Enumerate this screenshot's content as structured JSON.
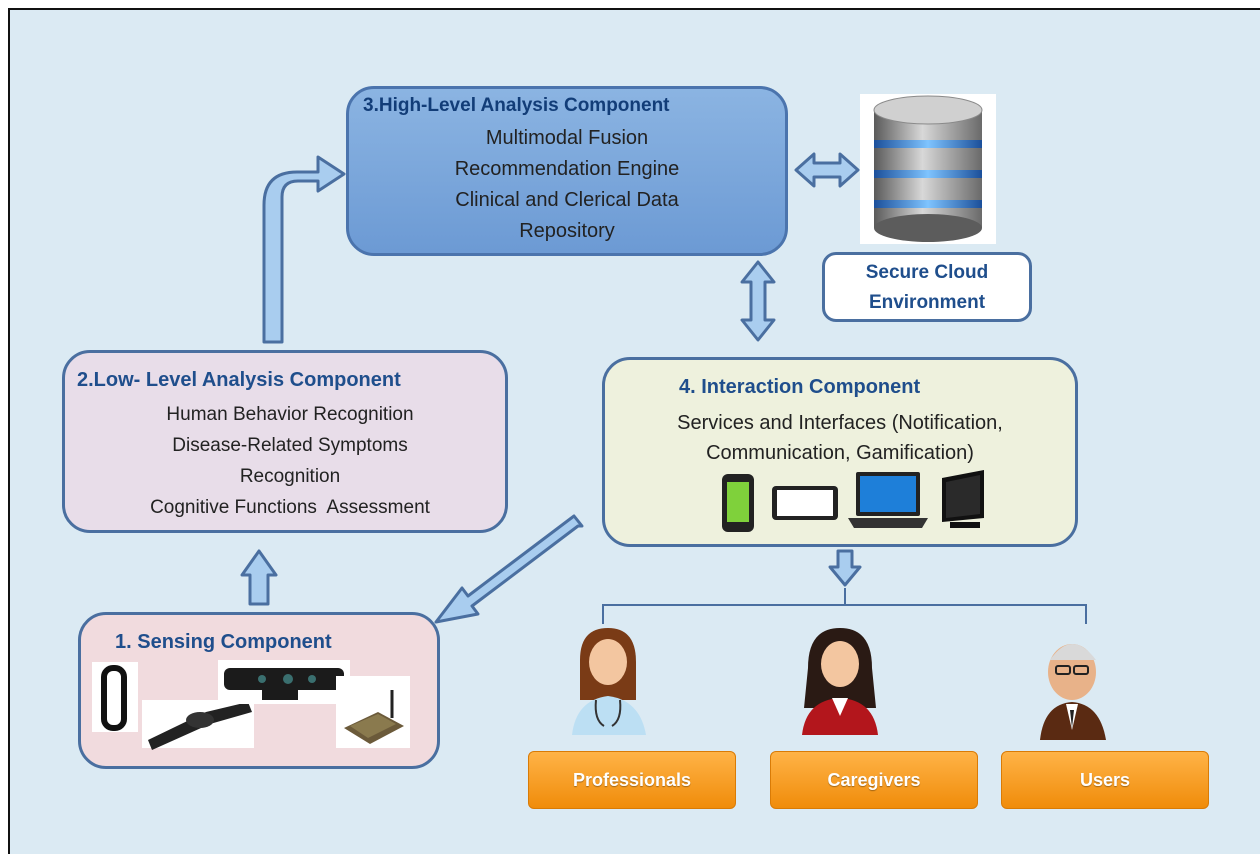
{
  "components": {
    "high": {
      "title": "3.High-Level Analysis Component",
      "lines": [
        "Multimodal Fusion",
        "Recommendation Engine",
        "Clinical and Clerical Data",
        "Repository"
      ]
    },
    "low": {
      "title": "2.Low- Level Analysis Component",
      "lines": [
        "Human Behavior Recognition",
        "Disease-Related Symptoms",
        "Recognition",
        "Cognitive Functions  Assessment"
      ]
    },
    "sensing": {
      "title": "1. Sensing Component"
    },
    "interaction": {
      "title": "4. Interaction Component",
      "lines": [
        "Services and Interfaces (Notification,",
        "Communication, Gamification)"
      ]
    },
    "cloud": {
      "lines": [
        "Secure Cloud",
        "Environment"
      ]
    }
  },
  "roles": [
    "Professionals",
    "Caregivers",
    "Users"
  ],
  "colors": {
    "frame_bg": "#dbeaf3",
    "high_box": "#7fa8dd",
    "low_box": "#e8dde9",
    "sensing_box": "#f1dbde",
    "interaction_box": "#eef1dd",
    "role_button": "#f59a1c",
    "title_text": "#1f4e8c"
  },
  "icons": [
    "database-icon",
    "smartphone-icon",
    "tablet-icon",
    "laptop-icon",
    "monitor-icon",
    "wristband-icon",
    "strap-sensor-icon",
    "depth-camera-icon",
    "circuit-board-icon",
    "doctor-icon",
    "caregiver-icon",
    "elderly-user-icon"
  ]
}
